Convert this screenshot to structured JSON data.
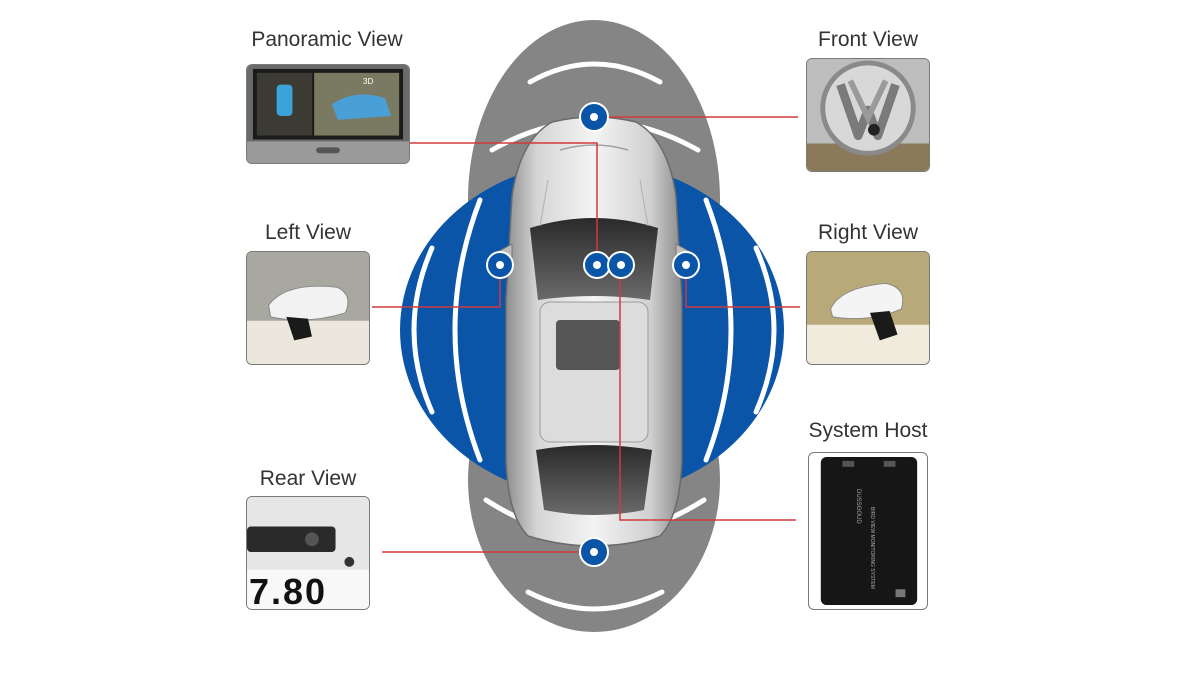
{
  "labels": {
    "panoramic": "Panoramic View",
    "front": "Front View",
    "left": "Left View",
    "right": "Right View",
    "rear": "Rear View",
    "host": "System Host"
  },
  "host_device_text": {
    "brand": "DUSSGOUD",
    "system": "BIRD VIEW MONITORING SYSTEM"
  },
  "screen_text": {
    "mode": "3D"
  },
  "plate_text": "7.80",
  "colors": {
    "blue": "#0b55a8",
    "gray": "#858585",
    "leader": "#d23a3a"
  }
}
